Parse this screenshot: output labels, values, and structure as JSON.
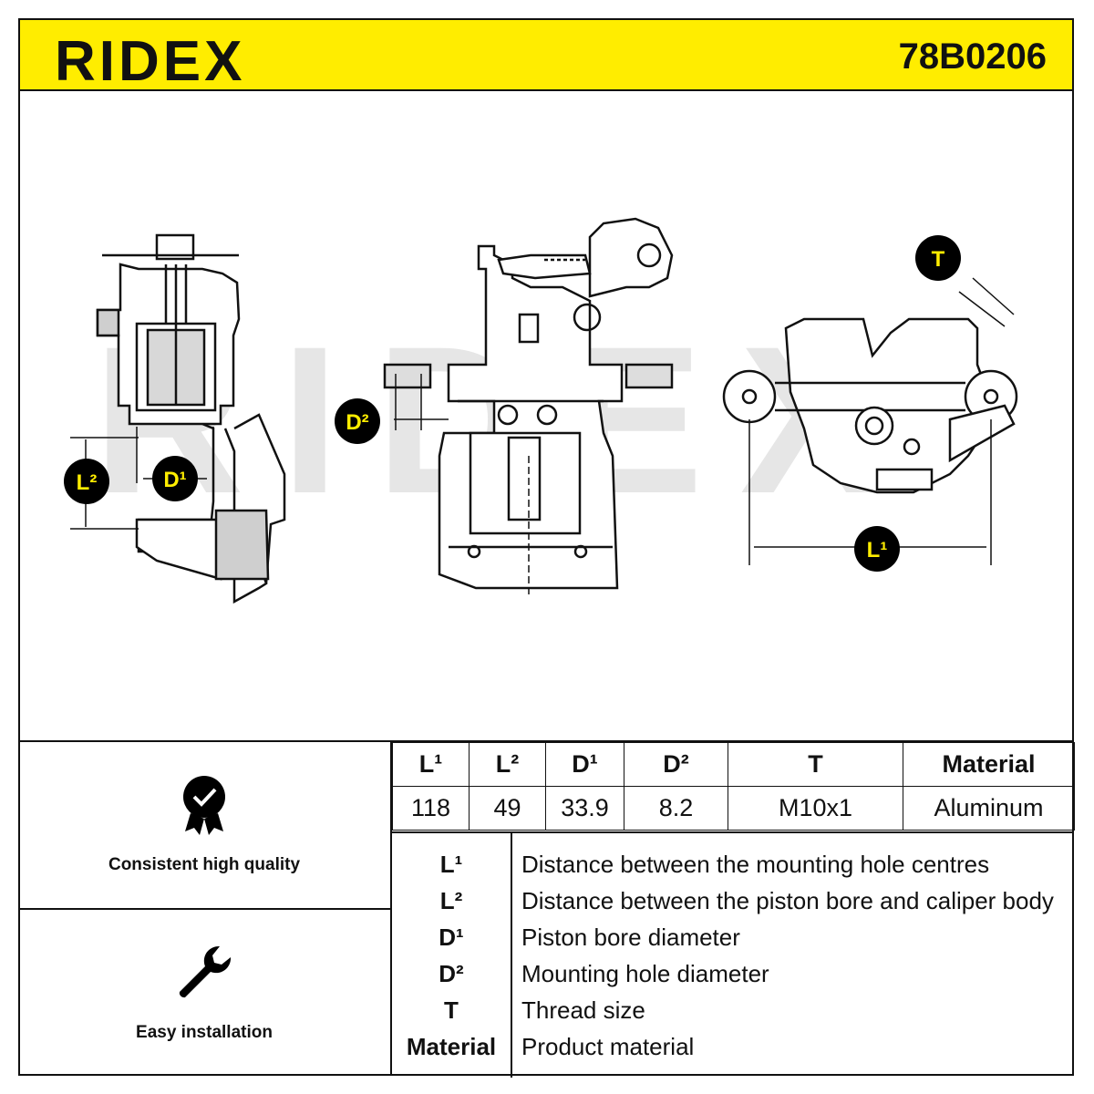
{
  "header": {
    "brand": "RIDEX",
    "part_number": "78B0206",
    "background_color": "#ffed00"
  },
  "drawing": {
    "watermark": "RIDEX",
    "labels": {
      "l1": "L¹",
      "l2": "L²",
      "d1": "D¹",
      "d2": "D²",
      "t": "T"
    },
    "badge_color": "#000000",
    "badge_text_color": "#ffed00"
  },
  "features": [
    {
      "icon": "quality-badge-icon",
      "label": "Consistent high quality"
    },
    {
      "icon": "wrench-icon",
      "label": "Easy installation"
    }
  ],
  "spec_table": {
    "headers": [
      "L¹",
      "L²",
      "D¹",
      "D²",
      "T",
      "Material"
    ],
    "values": [
      "118",
      "49",
      "33.9",
      "8.2",
      "M10x1",
      "Aluminum"
    ]
  },
  "legend": [
    {
      "key": "L¹",
      "description": "Distance between the mounting hole centres"
    },
    {
      "key": "L²",
      "description": "Distance between the piston bore and caliper body"
    },
    {
      "key": "D¹",
      "description": "Piston bore diameter"
    },
    {
      "key": "D²",
      "description": "Mounting hole diameter"
    },
    {
      "key": "T",
      "description": "Thread size"
    },
    {
      "key": "Material",
      "description": "Product material"
    }
  ]
}
